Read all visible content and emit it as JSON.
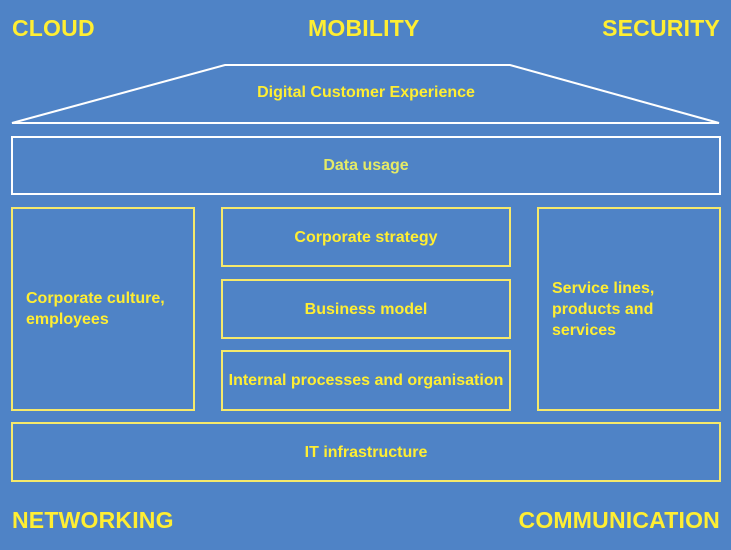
{
  "corners": {
    "top_left": "CLOUD",
    "top_center": "MOBILITY",
    "top_right": "SECURITY",
    "bottom_left": "NETWORKING",
    "bottom_right": "COMMUNICATION"
  },
  "house": {
    "roof": "Digital Customer Experience",
    "data_usage": "Data usage",
    "left_pillar": "Corporate culture, employees",
    "center": [
      "Corporate strategy",
      "Business model",
      "Internal processes and organisation"
    ],
    "right_pillar": "Service lines, products and services",
    "foundation": "IT infrastructure"
  },
  "colors": {
    "background": "#4f83c6",
    "text": "#ffee32",
    "border_yellow": "#f6e96a",
    "border_white": "#ffffff"
  }
}
